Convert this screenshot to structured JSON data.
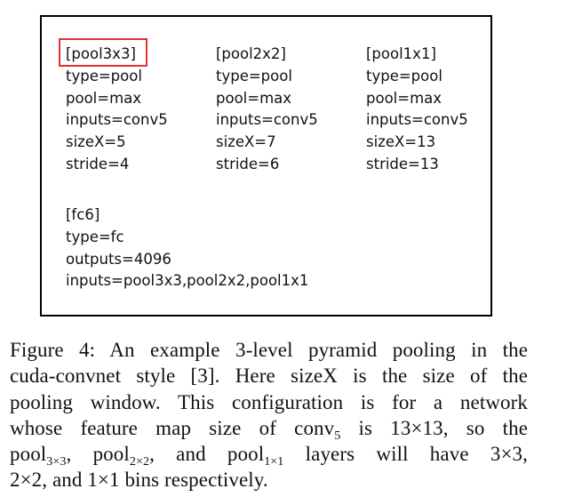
{
  "figure": {
    "blocks": [
      {
        "id": "pool3x3",
        "lines": [
          "[pool3x3]",
          "type=pool",
          "pool=max",
          "inputs=conv5",
          "sizeX=5",
          "stride=4"
        ]
      },
      {
        "id": "pool2x2",
        "lines": [
          "[pool2x2]",
          "type=pool",
          "pool=max",
          "inputs=conv5",
          "sizeX=7",
          "stride=6"
        ]
      },
      {
        "id": "pool1x1",
        "lines": [
          "[pool1x1]",
          "type=pool",
          "pool=max",
          "inputs=conv5",
          "sizeX=13",
          "stride=13"
        ]
      },
      {
        "id": "fc6",
        "lines": [
          "[fc6]",
          "type=fc",
          "outputs=4096",
          "inputs=pool3x3,pool2x2,pool1x1"
        ]
      }
    ],
    "highlight_color": "#e03030",
    "border_color": "#000000"
  },
  "caption": {
    "line1": "Figure 4: An example 3-level pyramid pooling in the",
    "line2": "cuda-convnet style [3]. Here sizeX is the size of the",
    "line3": "pooling window. This configuration is for a network",
    "line4_a": "whose feature map size of conv",
    "line4_sub": "5",
    "line4_b": " is 13×13, so the",
    "line5_a": "pool",
    "line5_sub1": "3×3",
    "line5_b": ", pool",
    "line5_sub2": "2×2",
    "line5_c": ", and pool",
    "line5_sub3": "1×1",
    "line5_d": " layers will have 3×3,",
    "line6": "2×2, and 1×1 bins respectively."
  }
}
